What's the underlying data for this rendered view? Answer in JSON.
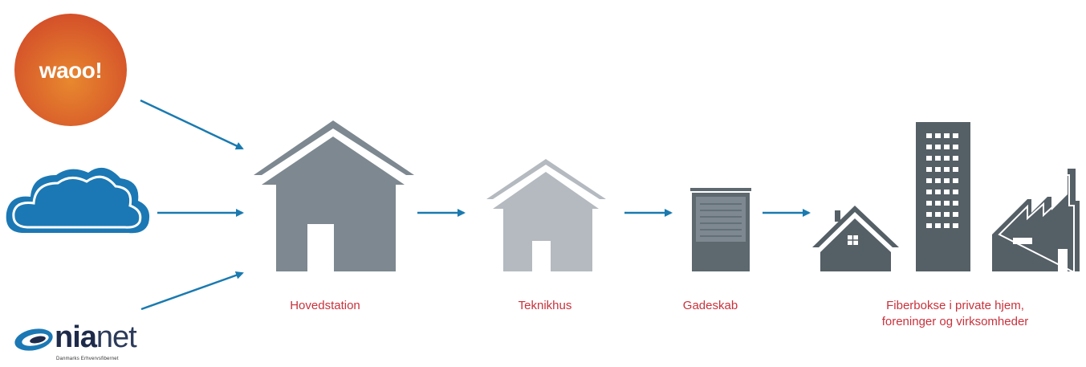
{
  "sources": {
    "waoo_logo_text": "waoo!",
    "nianet_logo_bold": "nia",
    "nianet_logo_light": "net",
    "nianet_tagline": "Danmarks Erhvervsfibernet"
  },
  "nodes": {
    "hovedstation": "Hovedstation",
    "teknikhus": "Teknikhus",
    "gadeskab": "Gadeskab",
    "fiberbokse_line1": "Fiberbokse i private hjem,",
    "fiberbokse_line2": "foreninger og virksomheder"
  },
  "colors": {
    "arrow": "#1a7ab0",
    "label": "#c8323c",
    "hovedstation": "#7d8890",
    "teknikhus": "#b4babf",
    "gadeskab": "#5d686f",
    "buildings": "#555f66",
    "cloud": "#1b78b4",
    "waoo_orange": "#e06a2a"
  }
}
